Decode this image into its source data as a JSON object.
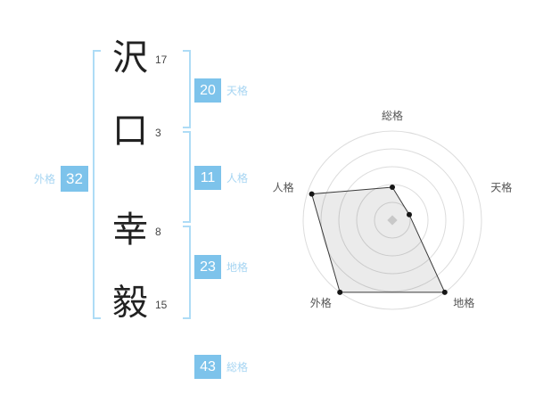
{
  "name_analysis": {
    "characters": [
      {
        "char": "沢",
        "strokes": "17"
      },
      {
        "char": "口",
        "strokes": "3"
      },
      {
        "char": "幸",
        "strokes": "8"
      },
      {
        "char": "毅",
        "strokes": "15"
      }
    ],
    "categories": {
      "tenkaku": {
        "label": "天格",
        "value": "20"
      },
      "jinkaku": {
        "label": "人格",
        "value": "11"
      },
      "chikaku": {
        "label": "地格",
        "value": "23"
      },
      "soukaku": {
        "label": "総格",
        "value": "43"
      },
      "gaikaku": {
        "label": "外格",
        "value": "32"
      }
    },
    "colors": {
      "badge": "#7dc3eb",
      "label": "#a6d5f2",
      "bracket": "#aedcf6"
    }
  },
  "chart_data": {
    "type": "radar",
    "title": "",
    "axes": [
      "総格",
      "天格",
      "地格",
      "外格",
      "人格"
    ],
    "values_fraction_of_max": [
      0.37,
      0.2,
      1.0,
      1.0,
      0.95
    ],
    "rings": 5,
    "start_angle_deg": -90,
    "direction": "clockwise",
    "grid": "concentric-circles",
    "legend": "none",
    "colors": {
      "ring": "#dcdcdc",
      "polygon_fill": "rgba(0,0,0,0.08)",
      "polygon_stroke": "#3a3a3a",
      "vertex_dot": "#161616",
      "center_marker": "#c8c8c8",
      "axis_label": "#555555"
    }
  }
}
